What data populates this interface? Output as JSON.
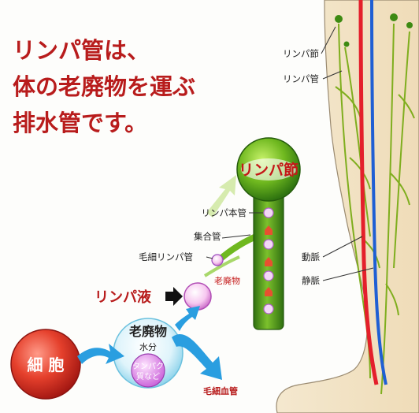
{
  "title": {
    "line1": "リンパ管は、",
    "line2": "体の老廃物を運ぶ",
    "line3": "排水管です。"
  },
  "diagram": {
    "node_label": "リンパ節",
    "trunk_label": "リンパ本管",
    "collecting_label": "集合管",
    "capillary_label": "毛細リンパ管",
    "waste_label": "老廃物",
    "lymph_fluid_label": "リンパ液",
    "cell_label": "細 胞",
    "bubble_title": "老廃物",
    "bubble_water": "水分",
    "protein_line1": "タンパク",
    "protein_line2": "質など",
    "blood_capillary_label": "毛細血管"
  },
  "leg": {
    "node_label": "リンパ節",
    "vessel_label": "リンパ管",
    "artery_label": "動脈",
    "vein_label": "静脈"
  },
  "colors": {
    "title_red": "#b81c1c",
    "artery_red": "#e41f2b",
    "vein_blue": "#1f5fd4",
    "lymph_green": "#7fae1e",
    "node_green": "#3d8a12",
    "blue_arrow": "#2a9ee0"
  }
}
